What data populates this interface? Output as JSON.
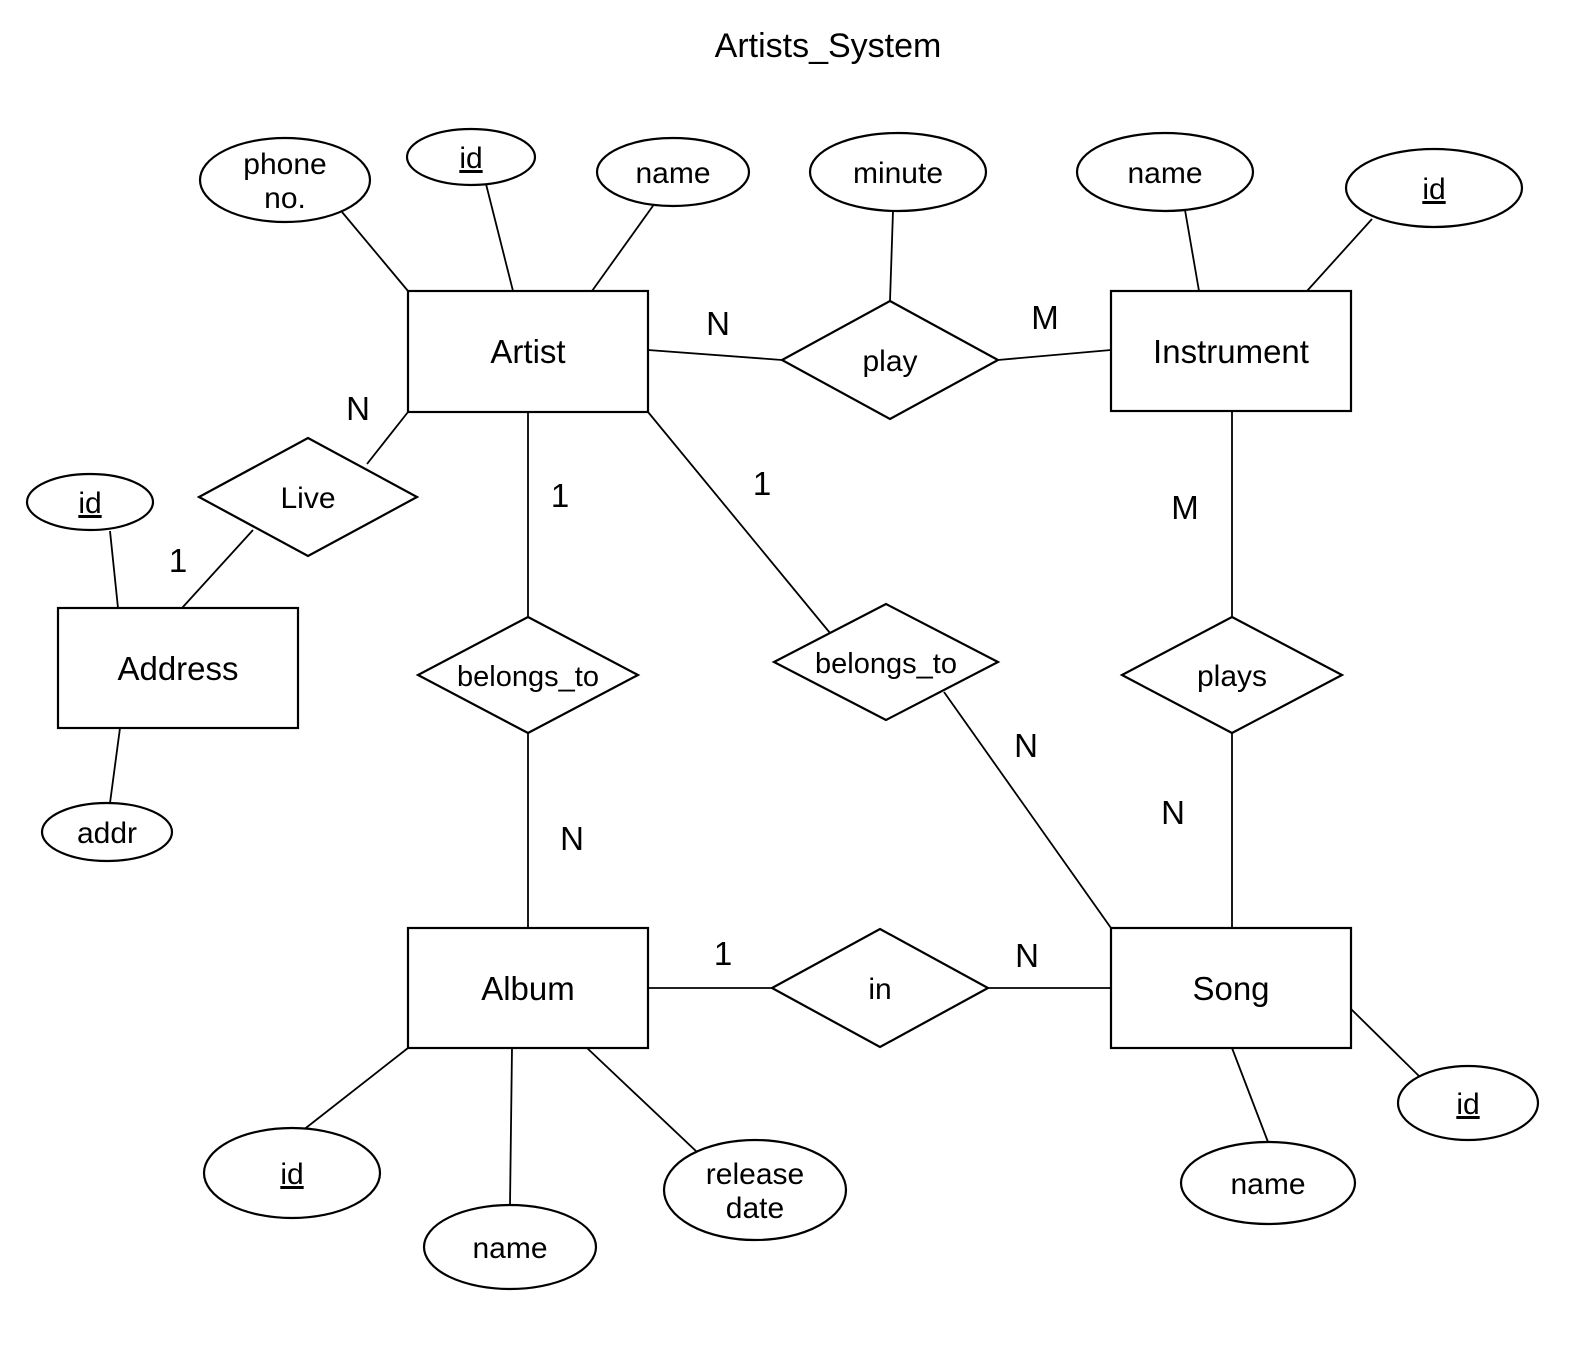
{
  "title": "Artists_System",
  "entities": {
    "artist": "Artist",
    "instrument": "Instrument",
    "address": "Address",
    "album": "Album",
    "song": "Song"
  },
  "relationships": {
    "play": "play",
    "live": "Live",
    "belongs_to_album": "belongs_to",
    "belongs_to_song": "belongs_to",
    "plays": "plays",
    "in": "in"
  },
  "attributes": {
    "artist_phone_line1": "phone",
    "artist_phone_line2": "no.",
    "artist_id": "id",
    "artist_name": "name",
    "play_minute": "minute",
    "instrument_name": "name",
    "instrument_id": "id",
    "address_id": "id",
    "address_addr": "addr",
    "album_id": "id",
    "album_name": "name",
    "album_release_line1": "release",
    "album_release_line2": "date",
    "song_name": "name",
    "song_id": "id"
  },
  "cardinalities": {
    "artist_play": "N",
    "play_instrument": "M",
    "artist_live": "N",
    "live_address": "1",
    "artist_belongs_to_album": "1",
    "artist_belongs_to_song": "1",
    "instrument_plays": "M",
    "belongs_to_song_n": "N",
    "plays_song": "N",
    "belongs_to_album_n": "N",
    "album_in": "1",
    "in_song": "N"
  },
  "colors": {
    "stroke": "#000000",
    "fill": "#ffffff",
    "text": "#000000",
    "background": "#ffffff"
  }
}
